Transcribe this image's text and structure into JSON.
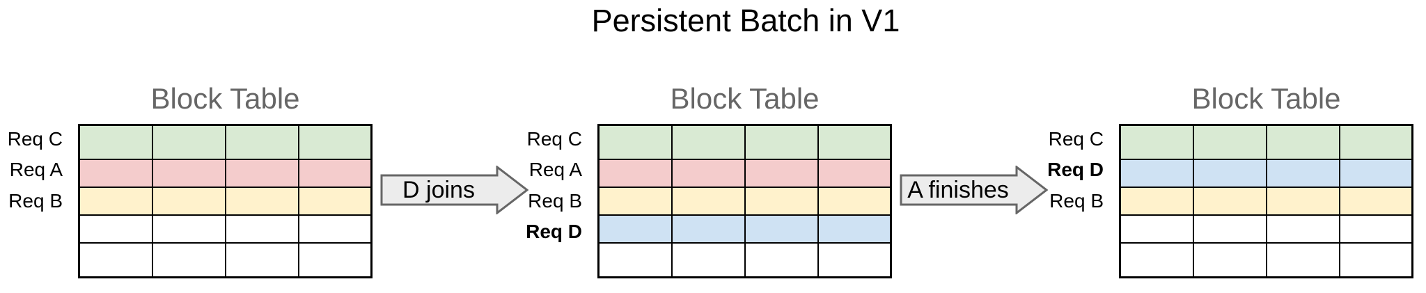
{
  "title": "Persistent Batch in V1",
  "diagram": {
    "panels": [
      {
        "heading": "Block Table",
        "cols": 4,
        "rows": [
          {
            "label": "Req C",
            "bold": false,
            "color": "#d9ead3"
          },
          {
            "label": "Req A",
            "bold": false,
            "color": "#f4cccc"
          },
          {
            "label": "Req B",
            "bold": false,
            "color": "#fff2cc"
          },
          {
            "label": "",
            "bold": false,
            "color": "#ffffff"
          },
          {
            "label": "",
            "bold": false,
            "color": "#ffffff"
          }
        ]
      },
      {
        "heading": "Block Table",
        "cols": 4,
        "rows": [
          {
            "label": "Req C",
            "bold": false,
            "color": "#d9ead3"
          },
          {
            "label": "Req A",
            "bold": false,
            "color": "#f4cccc"
          },
          {
            "label": "Req B",
            "bold": false,
            "color": "#fff2cc"
          },
          {
            "label": "Req D",
            "bold": true,
            "color": "#cfe2f3"
          },
          {
            "label": "",
            "bold": false,
            "color": "#ffffff"
          }
        ]
      },
      {
        "heading": "Block Table",
        "cols": 4,
        "rows": [
          {
            "label": "Req C",
            "bold": false,
            "color": "#d9ead3"
          },
          {
            "label": "Req D",
            "bold": true,
            "color": "#cfe2f3"
          },
          {
            "label": "Req B",
            "bold": false,
            "color": "#fff2cc"
          },
          {
            "label": "",
            "bold": false,
            "color": "#ffffff"
          },
          {
            "label": "",
            "bold": false,
            "color": "#ffffff"
          }
        ]
      }
    ],
    "arrows": [
      {
        "label": "D joins"
      },
      {
        "label": "A finishes"
      }
    ],
    "colors": {
      "cell_green": "#d9ead3",
      "cell_red": "#f4cccc",
      "cell_yellow": "#fff2cc",
      "cell_blue": "#cfe2f3",
      "cell_empty": "#ffffff",
      "grid_border": "#000000",
      "heading_text": "#666666",
      "arrow_fill": "#ececec",
      "arrow_stroke": "#666666",
      "title_text": "#000000"
    }
  }
}
